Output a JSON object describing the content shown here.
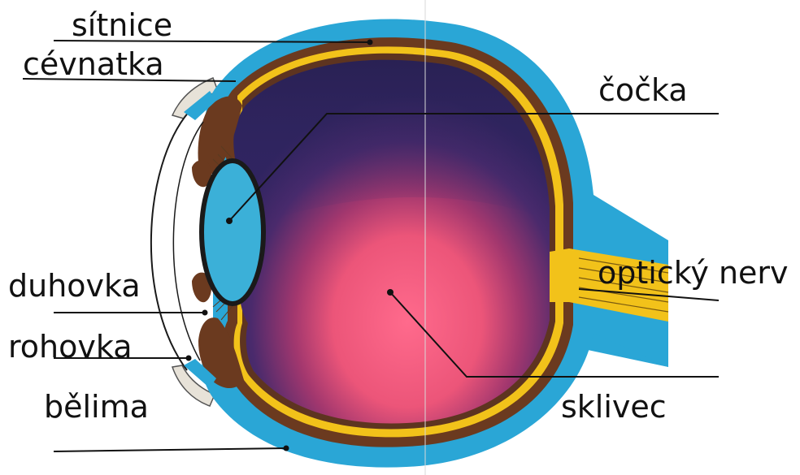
{
  "labels": {
    "sitnice": "sítnice",
    "cevnatka": "cévnatka",
    "cocka": "čočka",
    "duhovka": "duhovka",
    "rohovka": "rohovka",
    "belima": "bělima",
    "opticky_nerv": "optický nerv",
    "sklivec": "sklivec"
  },
  "colors": {
    "sclera": "#2aa6d6",
    "choroid": "#6b3a1f",
    "retina": "#f2c21a",
    "vitreous_top": "#3a2a6e",
    "vitreous_bottom": "#ef5a7c",
    "lens": "#3bb0d8",
    "cornea": "#ffffff",
    "leader_line": "#111111"
  }
}
